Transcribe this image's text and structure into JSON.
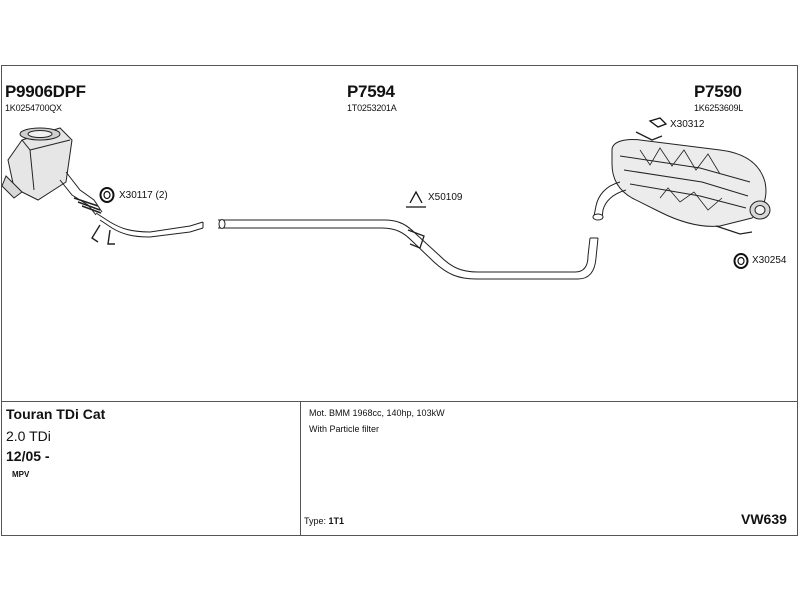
{
  "parts": {
    "left": {
      "code": "P9906DPF",
      "number": "1K0254700QX"
    },
    "middle": {
      "code": "P7594",
      "number": "1T0253201A"
    },
    "right": {
      "code": "P7590",
      "number": "1K6253609L"
    }
  },
  "refs": {
    "clamp_left": "X30117 (2)",
    "hanger_middle": "X50109",
    "hanger_right": "X30312",
    "ring_right": "X30254"
  },
  "vehicle": {
    "model": "Touran TDi Cat",
    "engine": "2.0 TDi",
    "years": "12/05 -",
    "body_type": "MPV"
  },
  "specs": {
    "line1": "Mot. BMM 1968cc, 140hp, 103kW",
    "line2": "With Particle filter"
  },
  "type_label": "Type:",
  "type_value": "1T1",
  "diagram_code": "VW639"
}
